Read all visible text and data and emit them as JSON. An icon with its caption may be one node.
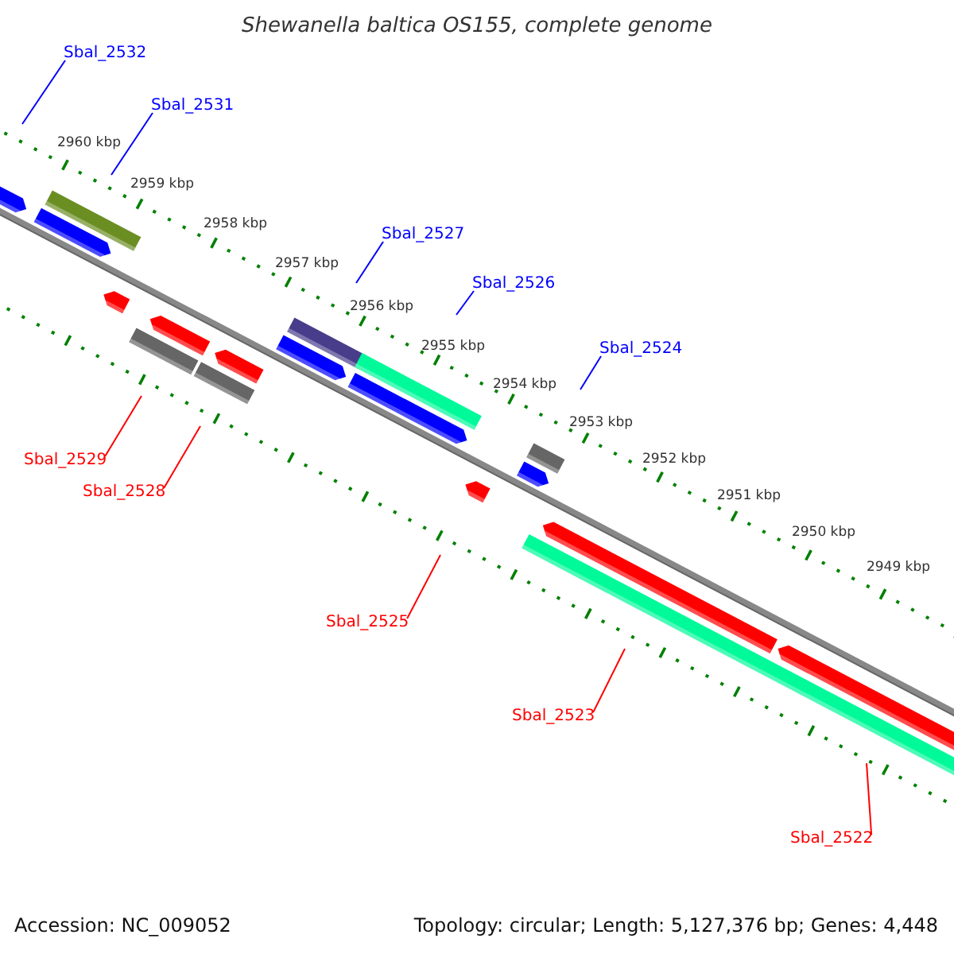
{
  "diagram": {
    "title": "Shewanella baltica OS155, complete genome",
    "nodes": [
      {
        "text": [
          "Sbal_2532"
        ]
      },
      {
        "text": [
          "Sbal_2531"
        ]
      },
      {
        "text": [
          "Sbal_2527"
        ]
      },
      {
        "text": [
          "Sbal_2526"
        ]
      },
      {
        "text": [
          "Sbal_2524"
        ]
      },
      {
        "text": [
          "Sbal_2529"
        ]
      },
      {
        "text": [
          "Sbal_2528"
        ]
      },
      {
        "text": [
          "Sbal_2525"
        ]
      },
      {
        "text": [
          "Sbal_2523"
        ]
      },
      {
        "text": [
          "Sbal_2522"
        ]
      }
    ],
    "edges": [
      {
        "from": 0,
        "to": null,
        "arrow": "none"
      },
      {
        "from": 1,
        "to": null,
        "arrow": "none"
      },
      {
        "from": 2,
        "to": null,
        "arrow": "none"
      },
      {
        "from": 3,
        "to": null,
        "arrow": "none"
      },
      {
        "from": 4,
        "to": null,
        "arrow": "none"
      },
      {
        "from": 5,
        "to": null,
        "arrow": "none",
        "color": "#ff0000"
      },
      {
        "from": 6,
        "to": null,
        "arrow": "none",
        "color": "#ff0000"
      },
      {
        "from": 7,
        "to": null,
        "arrow": "none",
        "color": "#ff0000"
      },
      {
        "from": 8,
        "to": null,
        "arrow": "none",
        "color": "#ff0000"
      },
      {
        "from": 9,
        "to": null,
        "arrow": "none",
        "color": "#ff0000"
      }
    ],
    "labels": [
      "2960 kbp",
      "2959 kbp",
      "2958 kbp",
      "2957 kbp",
      "2956 kbp",
      "2955 kbp",
      "2954 kbp",
      "2953 kbp",
      "2952 kbp",
      "2951 kbp",
      "2950 kbp",
      "2949 kbp",
      "Accession: NC_009052",
      "Topology: circular; Length: 5,127,376 bp; Genes: 4,448"
    ]
  }
}
